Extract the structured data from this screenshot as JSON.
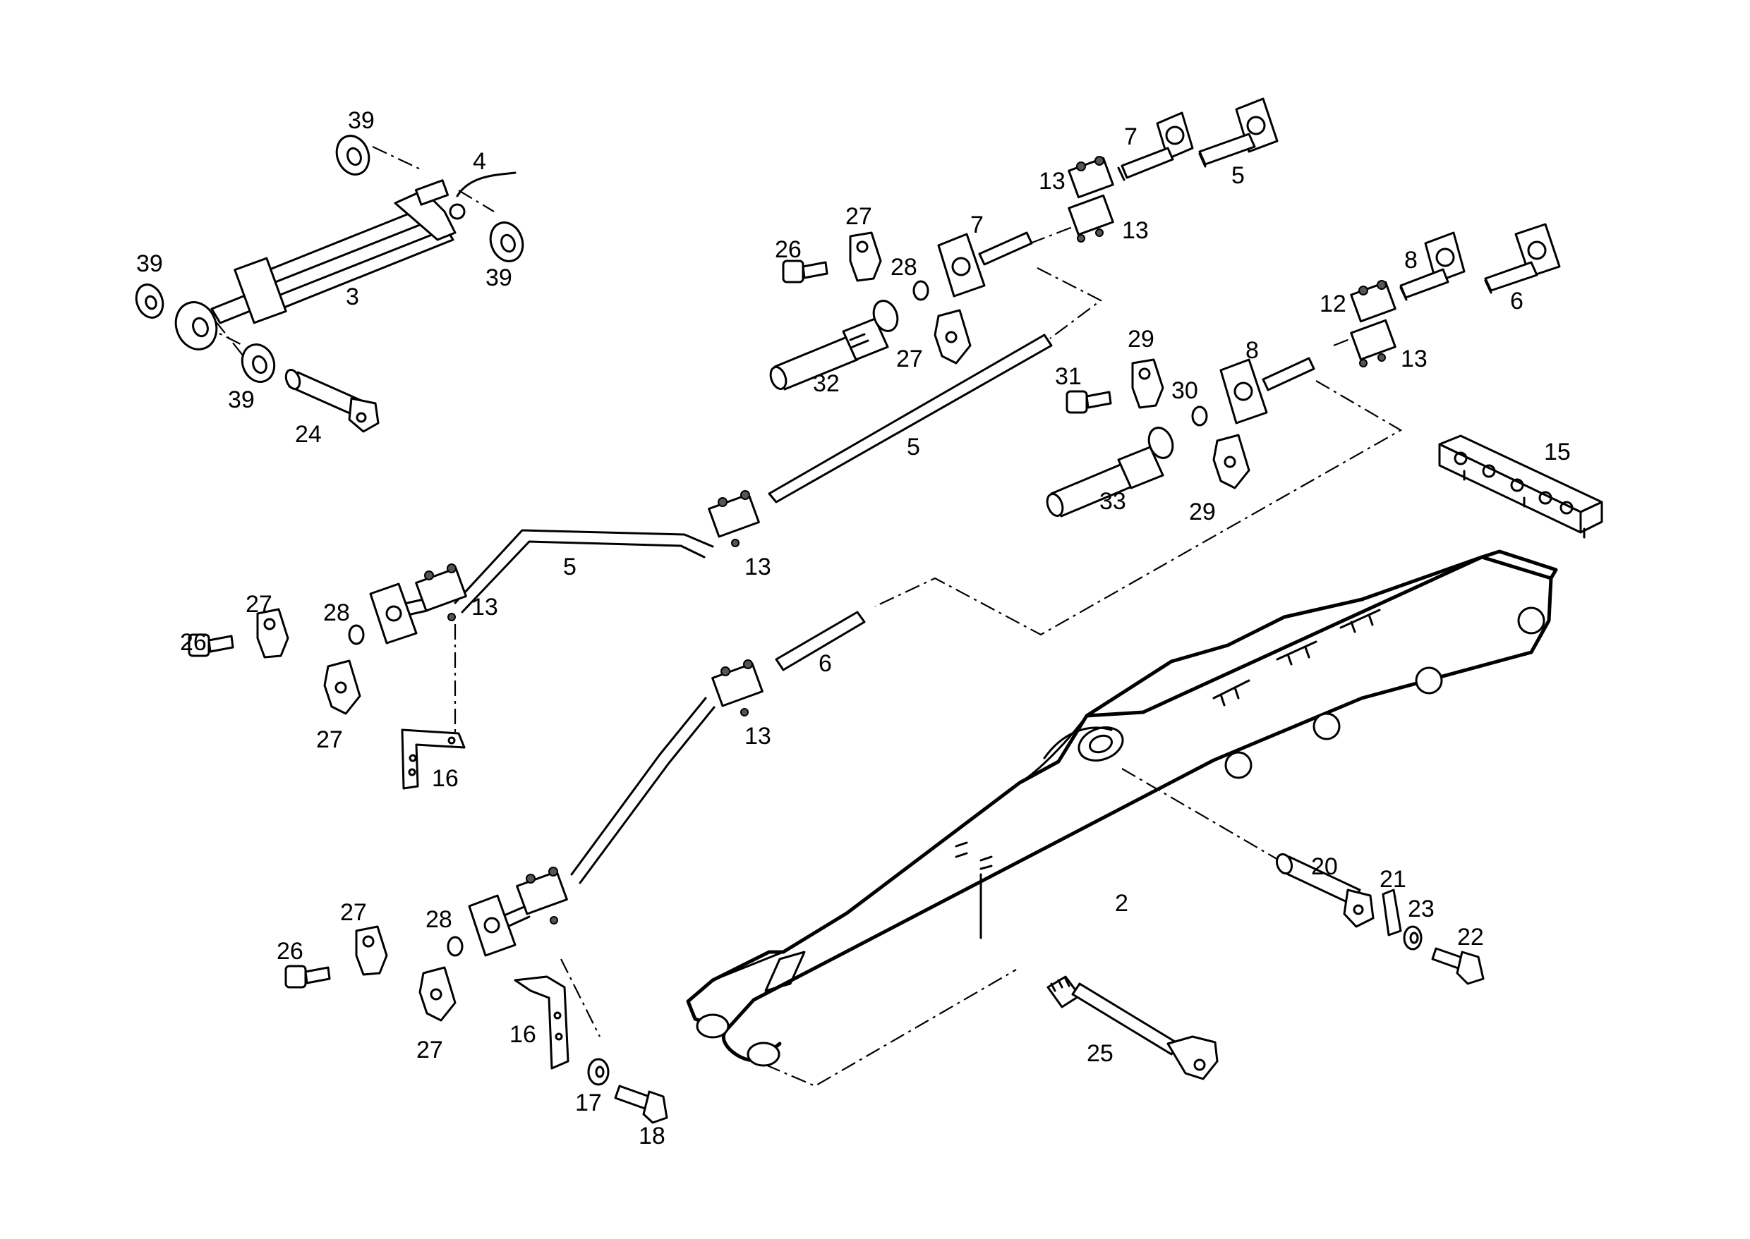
{
  "diagram": {
    "callouts": {
      "c39a": "39",
      "c4": "4",
      "c39b": "39",
      "c3": "3",
      "c39c": "39",
      "c39d": "39",
      "c24": "24",
      "c13a": "13",
      "c7a": "7",
      "c5a": "5",
      "c13b": "13",
      "c27a": "27",
      "c26a": "26",
      "c7b": "7",
      "c28a": "28",
      "c27b": "27",
      "c32": "32",
      "c29a": "29",
      "c8a": "8",
      "c12": "12",
      "c13c": "13",
      "c6a": "6",
      "c8b": "8",
      "c31": "31",
      "c30": "30",
      "c33": "33",
      "c29b": "29",
      "c15": "15",
      "c5b": "5",
      "c13d": "13",
      "c5c": "5",
      "c27c": "27",
      "c28b": "28",
      "c13e": "13",
      "c26b": "26",
      "c27d": "27",
      "c16a": "16",
      "c6b": "6",
      "c13f": "13",
      "c20": "20",
      "c21": "21",
      "c23": "23",
      "c22": "22",
      "c2": "2",
      "c27e": "27",
      "c28c": "28",
      "c26c": "26",
      "c27f": "27",
      "c16b": "16",
      "c17": "17",
      "c18": "18",
      "c25": "25"
    }
  }
}
